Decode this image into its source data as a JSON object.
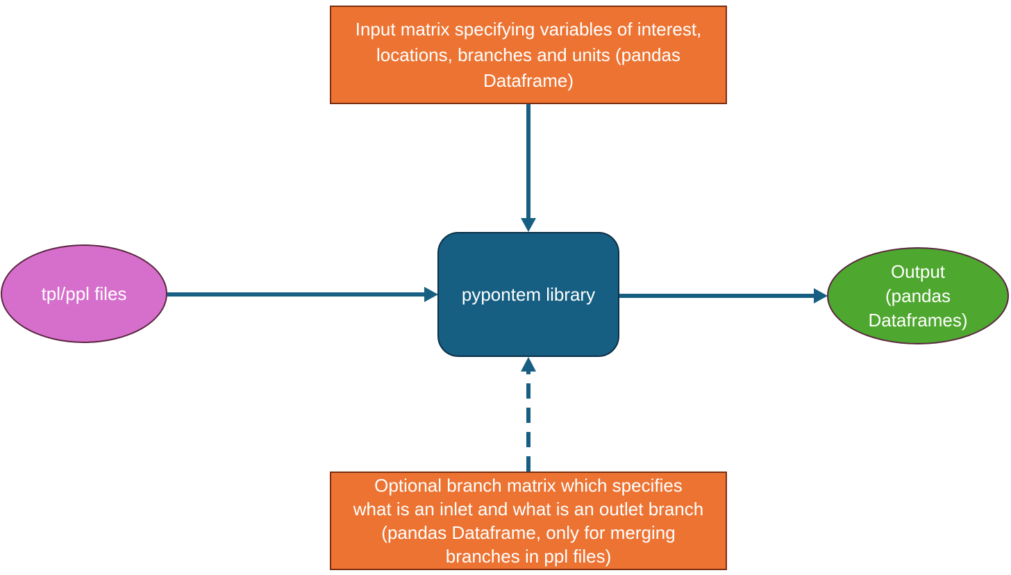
{
  "diagram": {
    "input_matrix": {
      "lines": [
        "Input matrix specifying variables of interest,",
        "locations, branches and units (pandas",
        "Dataframe)"
      ]
    },
    "core": {
      "label": "pypontem library"
    },
    "tpl_ppl": {
      "label": "tpl/ppl files"
    },
    "output": {
      "lines": [
        "Output",
        "(pandas",
        "Dataframes)"
      ]
    },
    "branch_matrix": {
      "lines": [
        "Optional branch matrix which specifies",
        "what is an inlet and what is an outlet branch",
        "(pandas Dataframe, only for merging",
        "branches in ppl files)"
      ]
    }
  },
  "colors": {
    "box_fill": "#ec7332",
    "core_fill": "#165f82",
    "left_ellipse_fill": "#d66fcb",
    "right_ellipse_fill": "#4ea72e",
    "arrow": "#165f82",
    "text": "#ffffff"
  }
}
